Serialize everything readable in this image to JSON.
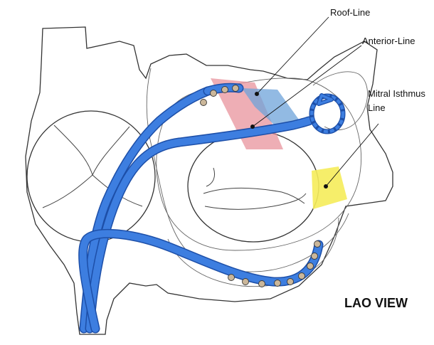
{
  "labels": {
    "roof_line": "Roof-Line",
    "anterior_line": "Anterior-Line",
    "mitral_isthmus_line_1": "Mitral Isthmus",
    "mitral_isthmus_line_2": "Line",
    "view": "LAO VIEW"
  },
  "colors": {
    "catheter_blue": "#3d7ee0",
    "catheter_edge": "#1d4fa8",
    "roof_line_zone": "#e88f99",
    "anterior_line_zone": "#6ea3d9",
    "mitral_isthmus_zone": "#f5ec5a",
    "electrode": "#cbb79a"
  },
  "icons": [
    "heart-outline-illustration",
    "ablation-catheter",
    "lasso-catheter",
    "coronary-sinus-catheter"
  ]
}
